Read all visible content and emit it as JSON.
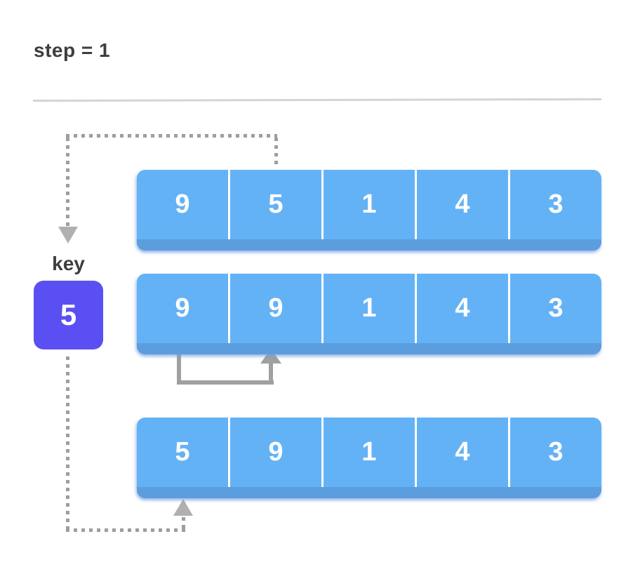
{
  "header": {
    "step_label": "step = 1"
  },
  "key": {
    "label": "key",
    "value": "5"
  },
  "arrays": {
    "top": {
      "values": [
        "9",
        "5",
        "1",
        "4",
        "3"
      ]
    },
    "middle": {
      "values": [
        "9",
        "9",
        "1",
        "4",
        "3"
      ]
    },
    "bottom": {
      "values": [
        "5",
        "9",
        "1",
        "4",
        "3"
      ]
    }
  },
  "colors": {
    "cell_blue": "#64b2f6",
    "cell_base_blue": "#5c9edd",
    "key_purple": "#5a4ff2",
    "dotted_gray": "#9e9e9e",
    "arrow_gray": "#a0a0a0",
    "arrowhead_gray": "#b0b0b0",
    "text_dark": "#3d3d3d",
    "rule_gray": "#d4d4d4",
    "digit_white": "#ffffff"
  }
}
